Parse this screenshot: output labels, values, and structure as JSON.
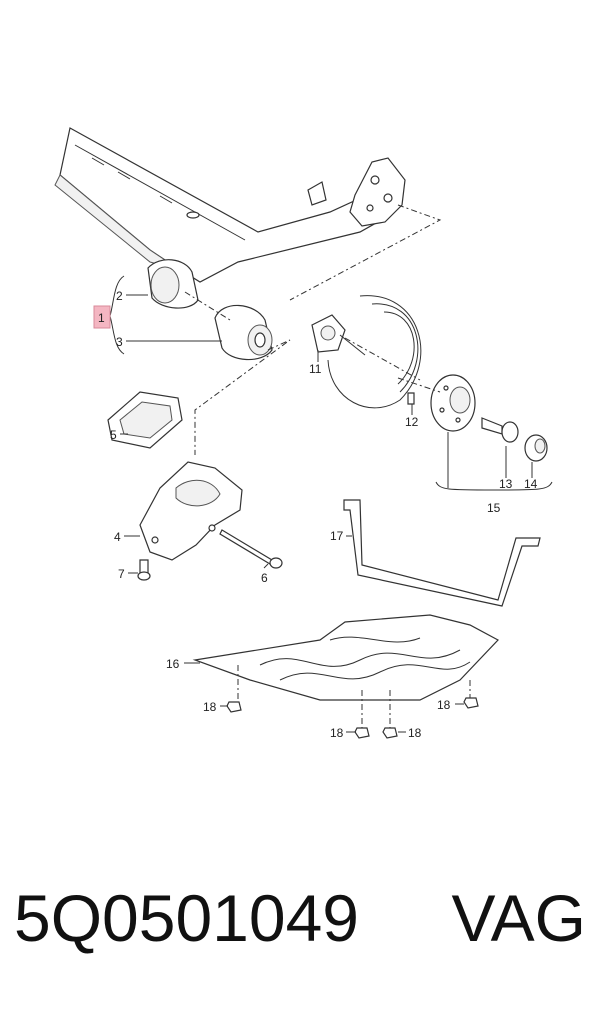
{
  "diagram": {
    "callouts": {
      "c1": "1",
      "c2": "2",
      "c3": "3",
      "c4": "4",
      "c5": "5",
      "c6": "6",
      "c7": "7",
      "c11": "11",
      "c12": "12",
      "c13": "13",
      "c14": "14",
      "c15": "15",
      "c16": "16",
      "c17": "17",
      "c18a": "18",
      "c18b": "18",
      "c18c": "18",
      "c18d": "18"
    },
    "highlight_color": "#f4b6c2"
  },
  "footer": {
    "part_number": "5Q0501049",
    "brand": "VAG"
  }
}
